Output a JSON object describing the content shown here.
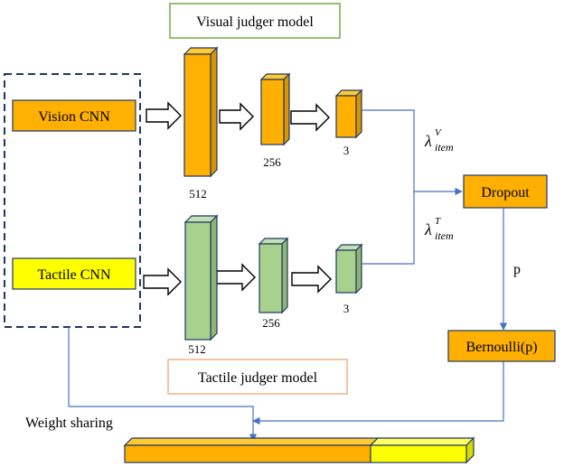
{
  "title_visual": "Visual judger model",
  "title_tactile": "Tactile judger model",
  "inputs": {
    "vision": "Vision CNN",
    "tactile": "Tactile CNN"
  },
  "visual_layers": [
    "512",
    "256",
    "3"
  ],
  "tactile_layers": [
    "512",
    "256",
    "3"
  ],
  "lambda_visual": {
    "base": "λ",
    "sup": "V",
    "sub": "item"
  },
  "lambda_tactile": {
    "base": "λ",
    "sup": "T",
    "sub": "item"
  },
  "dropout": "Dropout",
  "p_label": "p",
  "bernoulli": "Bernoulli(p)",
  "weight_sharing": "Weight sharing",
  "colors": {
    "orange": "#FFB000",
    "yellow": "#FFFF00",
    "green_block": "#A9D18E",
    "navy": "#1F3864",
    "arrow_blue": "#4472C4",
    "green_border": "#70AD47",
    "orange_border": "#F4B183"
  }
}
